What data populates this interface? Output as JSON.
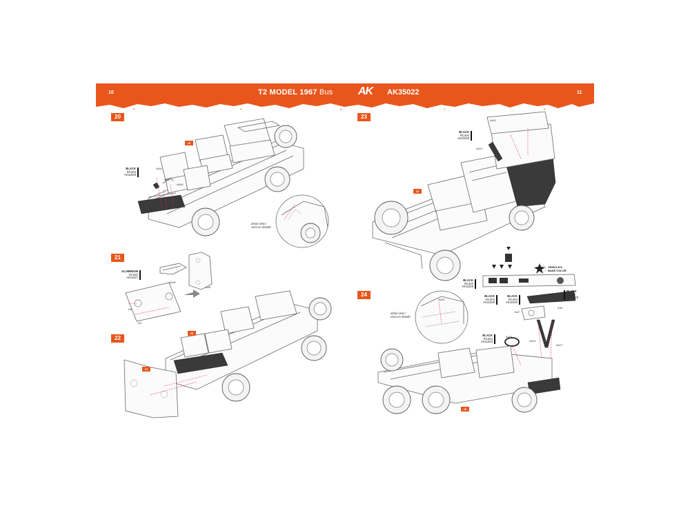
{
  "header": {
    "left_page_number": "10",
    "right_page_number": "11",
    "title_main": "T2 MODEL 1967",
    "title_light": "Bus",
    "logo": "AK",
    "product_code": "AK35022"
  },
  "steps": [
    "20",
    "21",
    "22",
    "23",
    "24"
  ],
  "subassembly_tags": [
    "19",
    "20",
    "21",
    "22",
    "25"
  ],
  "paints": {
    "step20_black": {
      "name": "BLACK",
      "line1": "RC404",
      "line2": "AK11029"
    },
    "step21_aluminium": {
      "name": "ALUMINIUM",
      "line1": "RC020",
      "line2": "AK11027"
    },
    "step23_black": {
      "name": "BLACK",
      "line1": "RC404",
      "line2": "AK11029"
    },
    "step24_black_a": {
      "name": "BLACK",
      "line1": "RC404",
      "line2": "AK11029"
    },
    "step24_black_b": {
      "name": "BLACK",
      "line1": "RC404",
      "line2": "AK11029"
    },
    "step24_black_c": {
      "name": "BLACK",
      "line1": "RC404",
      "line2": "AK11029"
    },
    "step24_black_d": {
      "name": "BLACK",
      "line1": "RC404",
      "line2": "AK11029"
    },
    "step24_black_e": {
      "name": "BLACK",
      "line1": "RC404",
      "line2": "AK11029"
    }
  },
  "base_color": {
    "line1": "VEHICLE'S",
    "line2": "BASE COLOR"
  },
  "detail_view": {
    "line1": "detail view /",
    "line2": "vista en detalle"
  },
  "part_labels": {
    "s20_a": "Ad31",
    "s20_b": "Ad17",
    "s20_c": "Ad18",
    "s20_d": "Ad31",
    "s21_a": "Ab18",
    "s21_b": "Aa5",
    "s21_c": "D6",
    "s21_d": "D9",
    "s23_a": "Ad11",
    "s23_b": "Ad12",
    "s24_a": "Ad10",
    "s24_b": "Ad7",
    "s24_c": "Ad9",
    "s24_d": "Ad13",
    "s24_e": "Ad19",
    "s24_f": "Ab27"
  },
  "colors": {
    "accent": "#e8561c",
    "guide_line": "#e91e63"
  }
}
